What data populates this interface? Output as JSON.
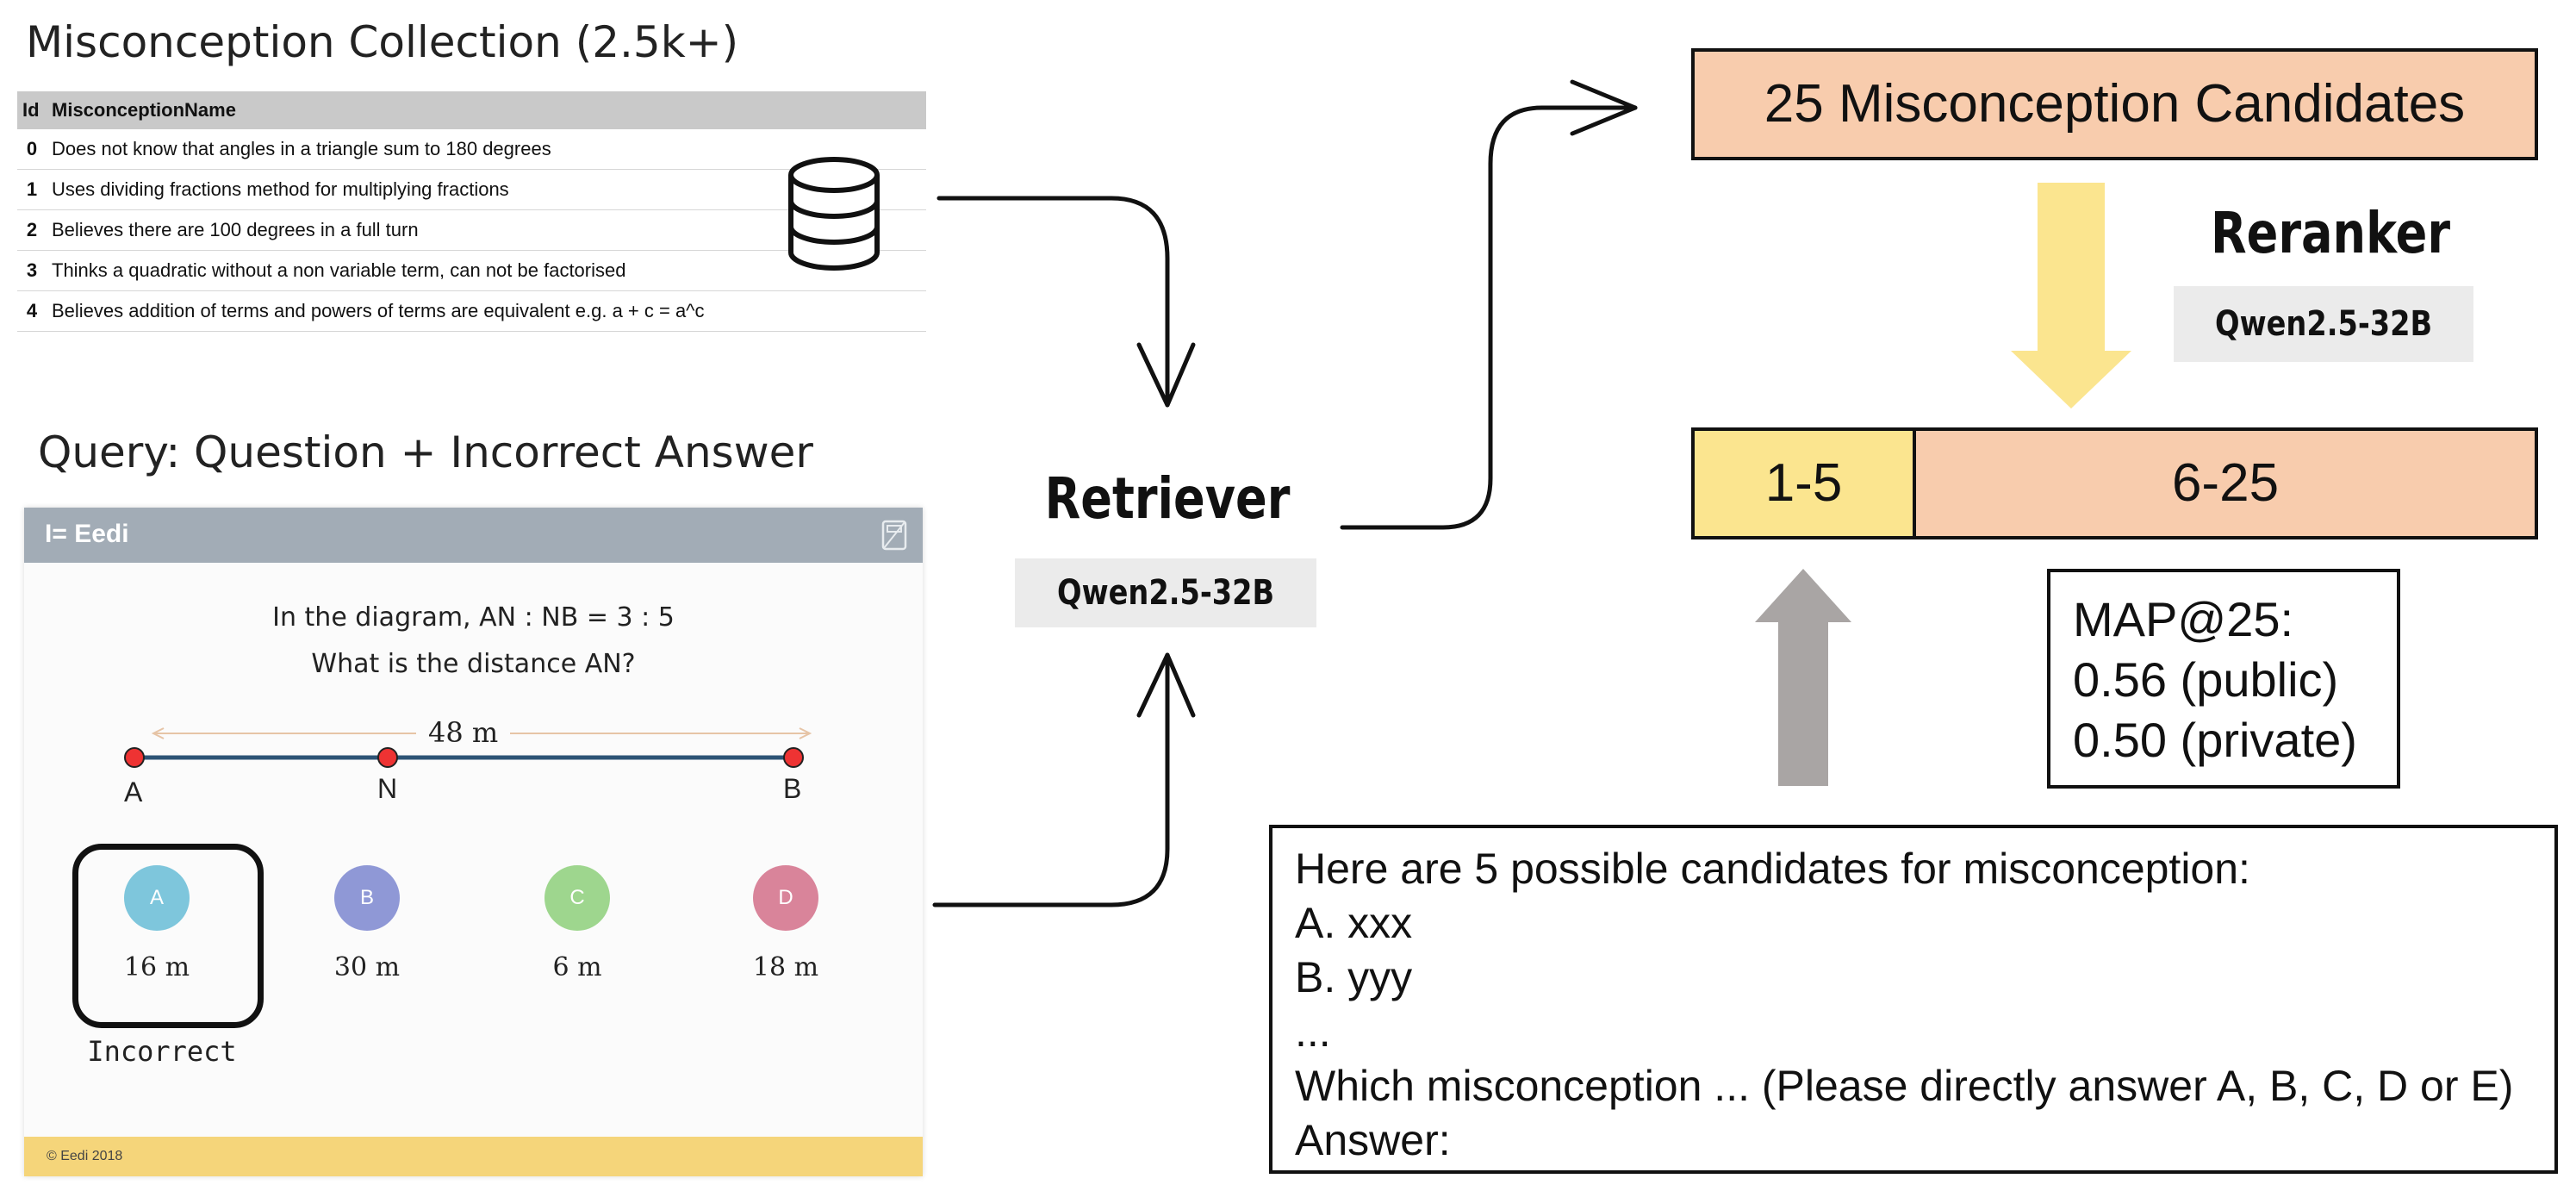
{
  "collection": {
    "title": "Misconception Collection (2.5k+)",
    "columns": [
      "Id",
      "MisconceptionName"
    ],
    "rows": [
      {
        "id": "0",
        "name": "Does not know that angles in a triangle sum to 180 degrees"
      },
      {
        "id": "1",
        "name": "Uses dividing fractions method for multiplying fractions"
      },
      {
        "id": "2",
        "name": "Believes there are 100 degrees in a full turn"
      },
      {
        "id": "3",
        "name": "Thinks a quadratic without a non variable term, can not be factorised"
      },
      {
        "id": "4",
        "name": "Believes addition of terms and powers of terms are equivalent e.g. a + c = a^c"
      }
    ],
    "icon": "database-icon"
  },
  "query": {
    "title": "Query: Question + Incorrect Answer",
    "brand": "I= Eedi",
    "question_line1": "In the diagram, AN : NB = 3 : 5",
    "question_line2": "What is the distance AN?",
    "length_label": "48 m",
    "points": [
      "A",
      "N",
      "B"
    ],
    "options": [
      {
        "letter": "A",
        "value": "16 m",
        "color": "#7ec6dc"
      },
      {
        "letter": "B",
        "value": "30 m",
        "color": "#8f98d6"
      },
      {
        "letter": "C",
        "value": "6 m",
        "color": "#9ed68e"
      },
      {
        "letter": "D",
        "value": "18 m",
        "color": "#d9849a"
      }
    ],
    "incorrect_label": "Incorrect",
    "footer": "© Eedi 2018"
  },
  "retriever": {
    "title": "Retriever",
    "model": "Qwen2.5-32B"
  },
  "candidates": {
    "title": "25 Misconception Candidates"
  },
  "reranker": {
    "title": "Reranker",
    "model": "Qwen2.5-32B"
  },
  "ranking": {
    "top": "1-5",
    "rest": "6-25"
  },
  "metric": {
    "line1": "MAP@25:",
    "line2": "0.56 (public)",
    "line3": "0.50 (private)"
  },
  "prompt": {
    "lines": [
      "Here are 5 possible candidates for misconception:",
      "A. xxx",
      "B. yyy",
      "...",
      "Which misconception ... (Please directly answer A, B, C, D or E)",
      "Answer:"
    ]
  },
  "colors": {
    "peach": "#f8ccad",
    "yellow": "#fbe58f",
    "gray_arrow": "#a9a5a4",
    "tag_bg": "#ebebeb"
  }
}
